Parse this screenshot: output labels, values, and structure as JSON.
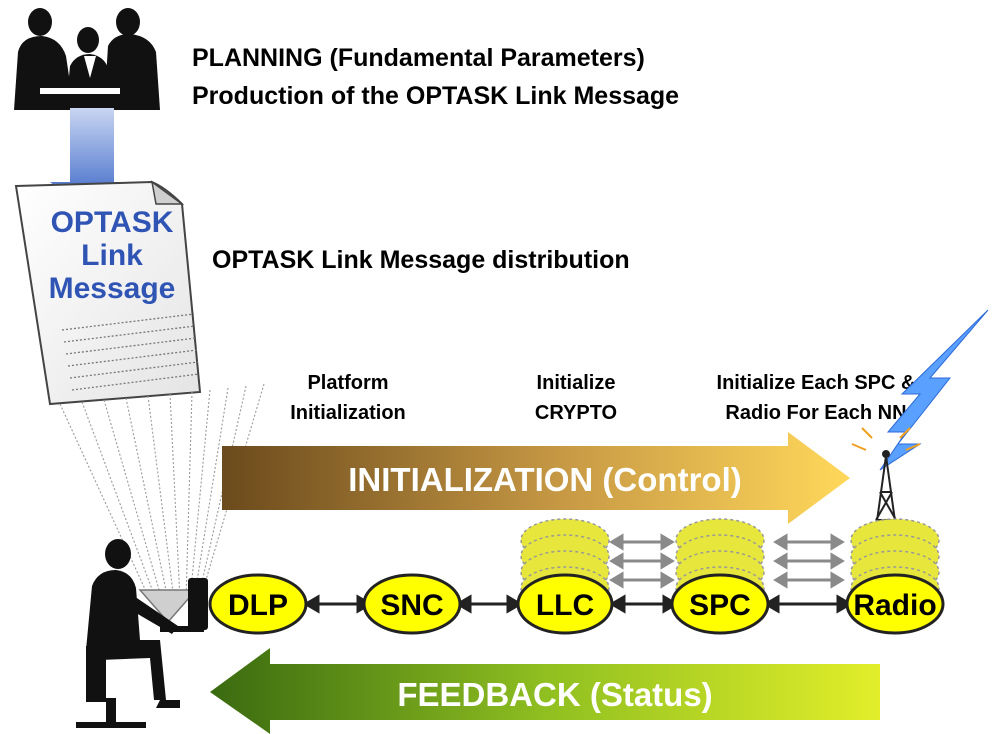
{
  "planning": {
    "line1": "PLANNING (Fundamental Parameters)",
    "line2": "Production of the OPTASK Link Message"
  },
  "document": {
    "line1": "OPTASK",
    "line2": "Link",
    "line3": "Message"
  },
  "distribution": {
    "label": "OPTASK Link Message distribution"
  },
  "steps": [
    {
      "line1": "Platform",
      "line2": "Initialization"
    },
    {
      "line1": "Initialize",
      "line2": "CRYPTO"
    },
    {
      "line1": "Initialize Each SPC &",
      "line2": "Radio For Each NN"
    }
  ],
  "arrows": {
    "initialization": "INITIALIZATION (Control)",
    "feedback": "FEEDBACK (Status)"
  },
  "nodes": [
    "DLP",
    "SNC",
    "LLC",
    "SPC",
    "Radio"
  ],
  "colors": {
    "node_fill": "#ffff00",
    "node_ghost": "#e6e63c",
    "title_text": "#000000",
    "document_text": "#2f54b4",
    "initialization_start": "#6b4a1c",
    "initialization_end": "#ffd85a",
    "feedback_start": "#3a6a10",
    "feedback_end": "#e2ee2a",
    "lightning": "#5aa0ff",
    "transfer_arrow": "#5b7fd0"
  },
  "icons": [
    "planning-team-icon",
    "operator-at-workstation-icon",
    "radio-tower-icon",
    "lightning-icon"
  ]
}
